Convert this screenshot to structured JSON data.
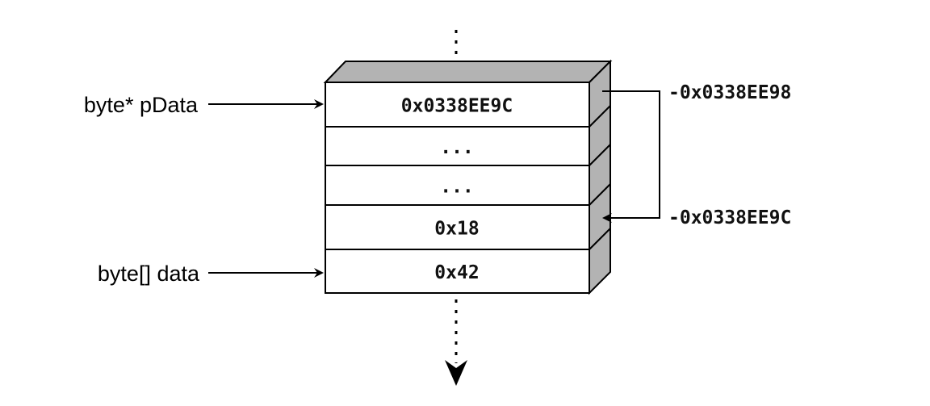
{
  "pointers": {
    "pdata_label": "byte* pData",
    "data_label": "byte[] data"
  },
  "cells": [
    "0x0338EE9C",
    "...",
    "...",
    "0x18",
    "0x42"
  ],
  "offsets": {
    "top": "-0x0338EE98",
    "bottom": "-0x0338EE9C"
  },
  "colors": {
    "side": "#b3b3b3",
    "stroke": "#000000"
  }
}
